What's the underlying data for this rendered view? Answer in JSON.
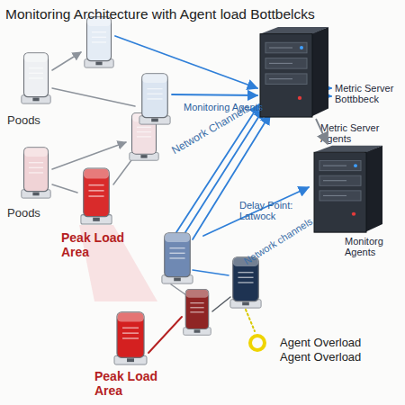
{
  "diagram": {
    "title": "Monitoring Architecture with Agent load Bottbelcks",
    "nodes": [
      {
        "text": [
          "Poods"
        ]
      },
      {
        "text": [
          "Poods"
        ]
      },
      {
        "text": [
          "Peak Load Area"
        ]
      },
      {
        "text": [
          "Metric Server Bottbbeck",
          "Metric Server Agents"
        ]
      },
      {
        "text": [
          "Monitorg Agents"
        ]
      },
      {
        "text": [
          "Peak Load Area"
        ]
      },
      {
        "text": [
          "Agent Overload",
          "Agent Overload"
        ]
      }
    ],
    "edges": [
      {
        "from": 3,
        "to": 4,
        "arrow": "to"
      }
    ],
    "labels": [
      "Monitoring Agents",
      "Network Channels",
      "Delay Point: Latwock",
      "Network channels"
    ]
  }
}
